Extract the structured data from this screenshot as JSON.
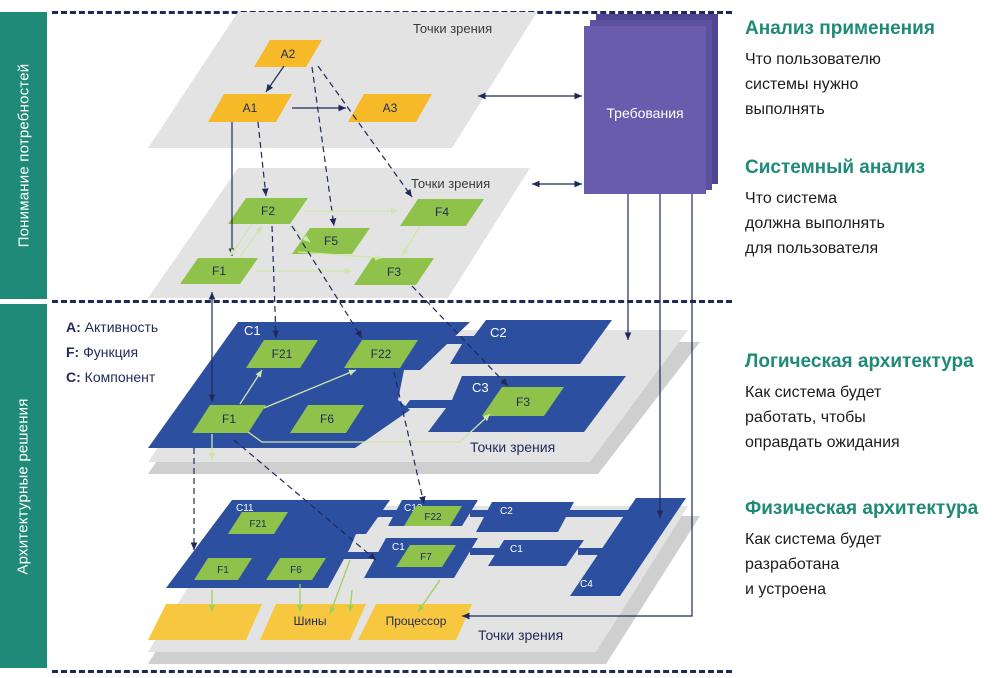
{
  "sidebar": {
    "top_label": "Понимание потребностей",
    "bottom_label": "Архитектурные решения",
    "color": "#1f8a78"
  },
  "sections": [
    {
      "title": "Анализ применения",
      "body": "Что пользователю\nсистемы нужно\nвыполнять"
    },
    {
      "title": "Системный анализ",
      "body": "Что система\nдолжна выполнять\nдля пользователя"
    },
    {
      "title": "Логическая архитектура",
      "body": "Как система будет\nработать, чтобы\nоправдать ожидания"
    },
    {
      "title": "Физическая архитектура",
      "body": "Как система будет\nразработана\nи устроена"
    }
  ],
  "legend": [
    {
      "key": "A:",
      "text": " Активность"
    },
    {
      "key": "F:",
      "text": " Функция"
    },
    {
      "key": "C:",
      "text": " Компонент"
    }
  ],
  "diagram": {
    "requirements_label": "Требования",
    "viewpoint_label": "Точки зрения",
    "activities": [
      "A2",
      "A1",
      "A3"
    ],
    "functions": [
      "F2",
      "F4",
      "F5",
      "F1",
      "F3"
    ],
    "logical": {
      "components": [
        "C1",
        "C2",
        "C3"
      ],
      "functions": [
        "F21",
        "F22",
        "F1",
        "F6",
        "F3"
      ]
    },
    "physical": {
      "components": [
        "C11",
        "C12",
        "C2",
        "C1",
        "C1",
        "C4"
      ],
      "functions": [
        "F21",
        "F22",
        "F1",
        "F6",
        "F7"
      ],
      "hardware": [
        "Шины",
        "Процессор"
      ]
    },
    "colors": {
      "activity": "#f6b928",
      "function": "#8fc24a",
      "component": "#2d4fa0",
      "requirements": "#6a5cac",
      "plane": "#e3e3e3",
      "hardware": "#f7c83f"
    }
  }
}
